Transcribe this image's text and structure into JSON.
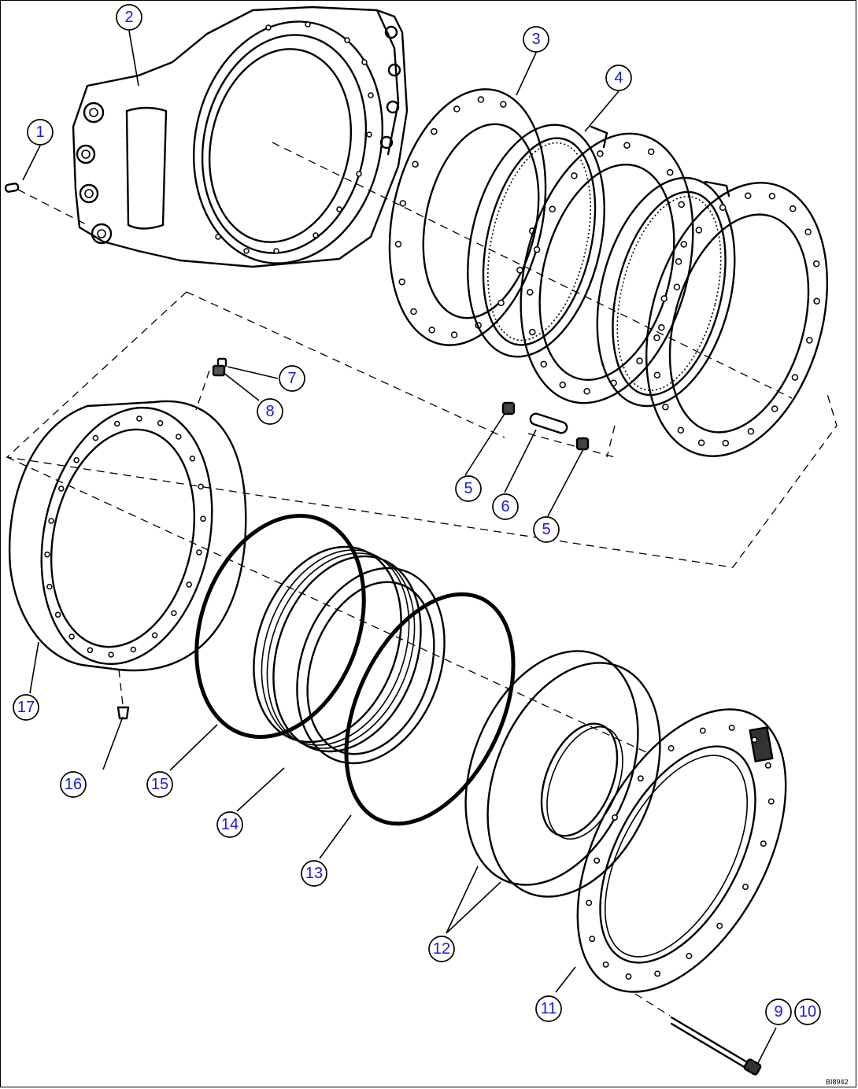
{
  "diagram": {
    "callouts": [
      {
        "id": "c1",
        "label": "1"
      },
      {
        "id": "c2",
        "label": "2"
      },
      {
        "id": "c3",
        "label": "3"
      },
      {
        "id": "c4",
        "label": "4"
      },
      {
        "id": "c5a",
        "label": "5"
      },
      {
        "id": "c5b",
        "label": "5"
      },
      {
        "id": "c6",
        "label": "6"
      },
      {
        "id": "c7",
        "label": "7"
      },
      {
        "id": "c8",
        "label": "8"
      },
      {
        "id": "c9",
        "label": "9"
      },
      {
        "id": "c10",
        "label": "10"
      },
      {
        "id": "c11",
        "label": "11"
      },
      {
        "id": "c12",
        "label": "12"
      },
      {
        "id": "c13",
        "label": "13"
      },
      {
        "id": "c14",
        "label": "14"
      },
      {
        "id": "c15",
        "label": "15"
      },
      {
        "id": "c16",
        "label": "16"
      },
      {
        "id": "c17",
        "label": "17"
      }
    ],
    "drawing_code": "BI8942"
  },
  "colors": {
    "callout_text": "#1a1adb",
    "line": "#000000",
    "background": "#ffffff"
  }
}
